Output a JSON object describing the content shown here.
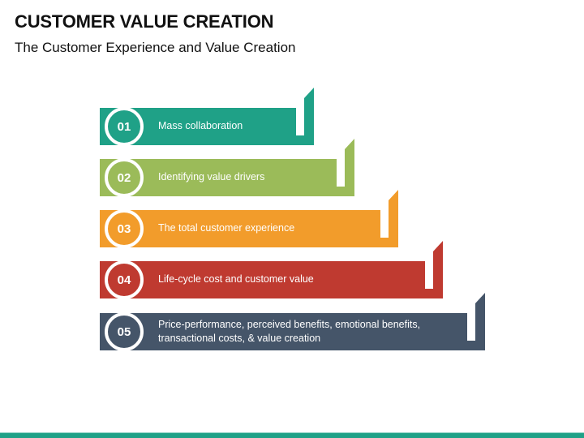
{
  "header": {
    "title": "CUSTOMER VALUE CREATION",
    "subtitle": "The Customer Experience and Value Creation"
  },
  "steps": [
    {
      "number": "01",
      "label": "Mass collaboration",
      "color": "#1fa187"
    },
    {
      "number": "02",
      "label": "Identifying value drivers",
      "color": "#9bbb59"
    },
    {
      "number": "03",
      "label": "The total customer experience",
      "color": "#f29c2b"
    },
    {
      "number": "04",
      "label": "Life-cycle cost and customer value",
      "color": "#bf3a30"
    },
    {
      "number": "05",
      "label": "Price-performance, perceived benefits, emotional benefits, transactional costs, & value creation",
      "color": "#455569"
    }
  ],
  "footer": {
    "accent_color": "#1fa187"
  }
}
